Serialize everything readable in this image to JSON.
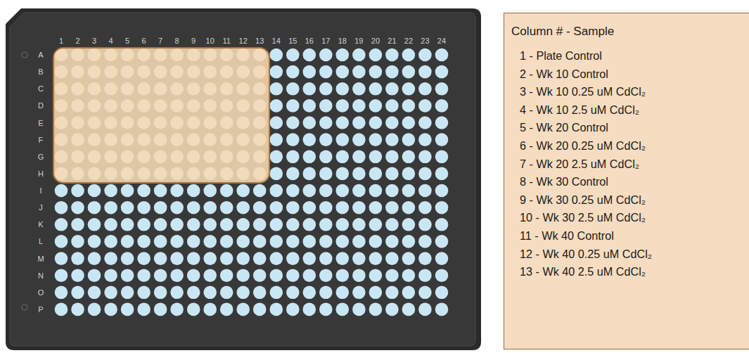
{
  "diagram": {
    "nodes": [
      {
        "text": [
          "Column # - Sample",
          "1 - Plate Control",
          "2 - Wk 10 Control",
          "3 - Wk 10 0.25 uM CdCl₂",
          "4 - Wk 10 2.5 uM CdCl₂",
          "5 - Wk 20 Control",
          "6 - Wk 20 0.25 uM CdCl₂",
          "7 - Wk 20 2.5 uM CdCl₂",
          "8 - Wk 30 Control",
          "9 - Wk 30 0.25 uM CdCl₂",
          "10 - Wk 30 2.5 uM CdCl₂",
          "11 - Wk 40 Control",
          "12 - Wk 40 0.25 uM CdCl₂",
          "13 - Wk 40 2.5 uM CdCl₂"
        ]
      }
    ],
    "labels": [
      "1",
      "2",
      "3",
      "4",
      "5",
      "6",
      "7",
      "8",
      "9",
      "10",
      "11",
      "12",
      "13",
      "14",
      "15",
      "16",
      "17",
      "18",
      "19",
      "20",
      "21",
      "22",
      "23",
      "24",
      "A",
      "B",
      "C",
      "D",
      "E",
      "F",
      "G",
      "H",
      "I",
      "J",
      "K",
      "L",
      "M",
      "N",
      "O",
      "P"
    ]
  }
}
